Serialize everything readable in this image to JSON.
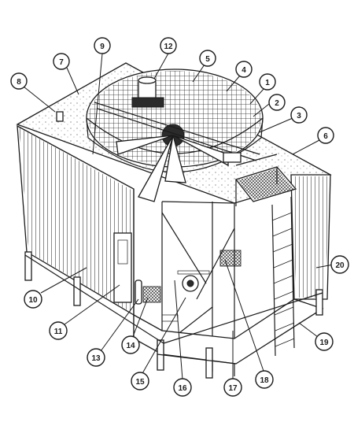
{
  "callouts": [
    {
      "id": "c1",
      "label": "1"
    },
    {
      "id": "c2",
      "label": "2"
    },
    {
      "id": "c3",
      "label": "3"
    },
    {
      "id": "c4",
      "label": "4"
    },
    {
      "id": "c5",
      "label": "5"
    },
    {
      "id": "c6",
      "label": "6"
    },
    {
      "id": "c7",
      "label": "7"
    },
    {
      "id": "c8",
      "label": "8"
    },
    {
      "id": "c9",
      "label": "9"
    },
    {
      "id": "c10",
      "label": "10"
    },
    {
      "id": "c11",
      "label": "11"
    },
    {
      "id": "c12",
      "label": "12"
    },
    {
      "id": "c13",
      "label": "13"
    },
    {
      "id": "c14",
      "label": "14"
    },
    {
      "id": "c15",
      "label": "15"
    },
    {
      "id": "c16",
      "label": "16"
    },
    {
      "id": "c17",
      "label": "17"
    },
    {
      "id": "c18",
      "label": "18"
    },
    {
      "id": "c19",
      "label": "19"
    },
    {
      "id": "c20",
      "label": "20"
    }
  ],
  "colors": {
    "line": "#1a1a1a",
    "background": "#ffffff"
  }
}
